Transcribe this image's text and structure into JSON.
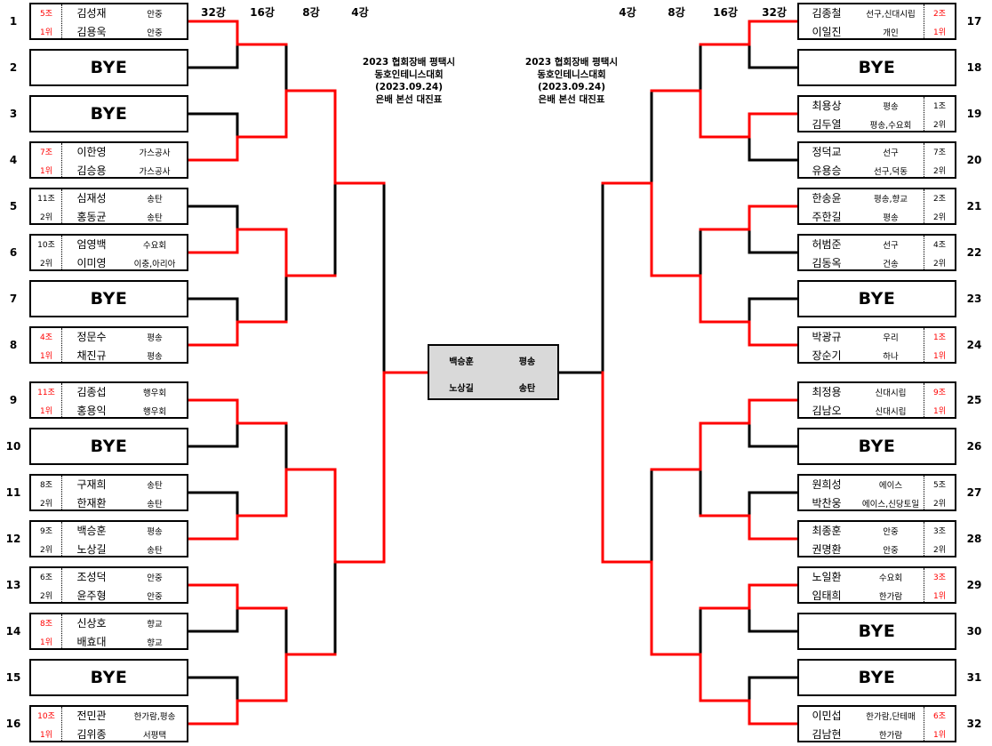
{
  "round_labels_left": [
    "32강",
    "16강",
    "8강",
    "4강"
  ],
  "round_labels_right": [
    "4강",
    "8강",
    "16강",
    "32강"
  ],
  "title_lines": [
    "2023 협회장배 평택시",
    "동호인테니스대회",
    "(2023.09.24)",
    "은배 본선 대진표"
  ],
  "colors": {
    "winner_line": "#ff0000",
    "line": "#000000",
    "final_bg": "#d9d9d9",
    "first_place_seed": "#ff0000"
  },
  "bye_label": "BYE",
  "left": [
    {
      "num": "1",
      "group": "5조",
      "rank": "1위",
      "players": [
        {
          "name": "김성재",
          "club": "안중"
        },
        {
          "name": "김용욱",
          "club": "안중"
        }
      ]
    },
    {
      "num": "2",
      "bye": true
    },
    {
      "num": "3",
      "bye": true
    },
    {
      "num": "4",
      "group": "7조",
      "rank": "1위",
      "players": [
        {
          "name": "이한영",
          "club": "가스공사"
        },
        {
          "name": "김승용",
          "club": "가스공사"
        }
      ]
    },
    {
      "num": "5",
      "group": "11조",
      "rank": "2위",
      "players": [
        {
          "name": "심재성",
          "club": "송탄"
        },
        {
          "name": "홍동균",
          "club": "송탄"
        }
      ]
    },
    {
      "num": "6",
      "group": "10조",
      "rank": "2위",
      "players": [
        {
          "name": "엄영백",
          "club": "수요회"
        },
        {
          "name": "이미영",
          "club": "이충,아리아"
        }
      ]
    },
    {
      "num": "7",
      "bye": true
    },
    {
      "num": "8",
      "group": "4조",
      "rank": "1위",
      "players": [
        {
          "name": "정문수",
          "club": "평송"
        },
        {
          "name": "채진규",
          "club": "평송"
        }
      ]
    },
    {
      "num": "9",
      "group": "11조",
      "rank": "1위",
      "players": [
        {
          "name": "김종섭",
          "club": "행우회"
        },
        {
          "name": "홍용익",
          "club": "행우회"
        }
      ]
    },
    {
      "num": "10",
      "bye": true
    },
    {
      "num": "11",
      "group": "8조",
      "rank": "2위",
      "players": [
        {
          "name": "구재희",
          "club": "송탄"
        },
        {
          "name": "한재환",
          "club": "송탄"
        }
      ]
    },
    {
      "num": "12",
      "group": "9조",
      "rank": "2위",
      "players": [
        {
          "name": "백승훈",
          "club": "평송"
        },
        {
          "name": "노상길",
          "club": "송탄"
        }
      ]
    },
    {
      "num": "13",
      "group": "6조",
      "rank": "2위",
      "players": [
        {
          "name": "조성덕",
          "club": "안중"
        },
        {
          "name": "윤주형",
          "club": "안중"
        }
      ]
    },
    {
      "num": "14",
      "group": "8조",
      "rank": "1위",
      "players": [
        {
          "name": "신상호",
          "club": "향교"
        },
        {
          "name": "배효대",
          "club": "향교"
        }
      ]
    },
    {
      "num": "15",
      "bye": true
    },
    {
      "num": "16",
      "group": "10조",
      "rank": "1위",
      "players": [
        {
          "name": "전민관",
          "club": "한가람,평송"
        },
        {
          "name": "김위종",
          "club": "서평택"
        }
      ]
    }
  ],
  "right": [
    {
      "num": "17",
      "group": "2조",
      "rank": "1위",
      "players": [
        {
          "name": "김종철",
          "club": "선구,신대시립"
        },
        {
          "name": "이일진",
          "club": "개인"
        }
      ]
    },
    {
      "num": "18",
      "bye": true
    },
    {
      "num": "19",
      "group": "1조",
      "rank": "2위",
      "players": [
        {
          "name": "최용상",
          "club": "평송"
        },
        {
          "name": "김두열",
          "club": "평송,수요회"
        }
      ]
    },
    {
      "num": "20",
      "group": "7조",
      "rank": "2위",
      "players": [
        {
          "name": "정덕교",
          "club": "선구"
        },
        {
          "name": "유용승",
          "club": "선구,덕동"
        }
      ]
    },
    {
      "num": "21",
      "group": "2조",
      "rank": "2위",
      "players": [
        {
          "name": "한송윤",
          "club": "평송,향교"
        },
        {
          "name": "주한길",
          "club": "평송"
        }
      ]
    },
    {
      "num": "22",
      "group": "4조",
      "rank": "2위",
      "players": [
        {
          "name": "허범준",
          "club": "선구"
        },
        {
          "name": "김동옥",
          "club": "건송"
        }
      ]
    },
    {
      "num": "23",
      "bye": true
    },
    {
      "num": "24",
      "group": "1조",
      "rank": "1위",
      "players": [
        {
          "name": "박광규",
          "club": "우리"
        },
        {
          "name": "장순기",
          "club": "하나"
        }
      ]
    },
    {
      "num": "25",
      "group": "9조",
      "rank": "1위",
      "players": [
        {
          "name": "최정용",
          "club": "신대시립"
        },
        {
          "name": "김남오",
          "club": "신대시립"
        }
      ]
    },
    {
      "num": "26",
      "bye": true
    },
    {
      "num": "27",
      "group": "5조",
      "rank": "2위",
      "players": [
        {
          "name": "원희성",
          "club": "에이스"
        },
        {
          "name": "박찬웅",
          "club": "에이스,신당토일"
        }
      ]
    },
    {
      "num": "28",
      "group": "3조",
      "rank": "2위",
      "players": [
        {
          "name": "최종훈",
          "club": "안중"
        },
        {
          "name": "권명환",
          "club": "안중"
        }
      ]
    },
    {
      "num": "29",
      "group": "3조",
      "rank": "1위",
      "players": [
        {
          "name": "노일환",
          "club": "수요회"
        },
        {
          "name": "임태희",
          "club": "한가람"
        }
      ]
    },
    {
      "num": "30",
      "bye": true
    },
    {
      "num": "31",
      "bye": true
    },
    {
      "num": "32",
      "group": "6조",
      "rank": "1위",
      "players": [
        {
          "name": "이민섭",
          "club": "한가람,단테매"
        },
        {
          "name": "김남현",
          "club": "한가람"
        }
      ]
    }
  ],
  "results": {
    "left": {
      "r1": [
        1,
        4,
        6,
        8,
        9,
        12,
        13,
        16
      ],
      "r2": [
        4,
        6,
        12,
        16
      ],
      "r3": [
        4,
        12
      ],
      "r4": [
        12
      ]
    },
    "right": {
      "r1": [
        17,
        19,
        21,
        24,
        25,
        28,
        29,
        32
      ],
      "r2": [
        19,
        24,
        25,
        32
      ],
      "r3": [
        24,
        32
      ],
      "r4": [
        32
      ]
    },
    "champion_side": "left"
  },
  "final": {
    "players": [
      {
        "name": "백승훈",
        "club": "평송"
      },
      {
        "name": "노상길",
        "club": "송탄"
      }
    ]
  }
}
